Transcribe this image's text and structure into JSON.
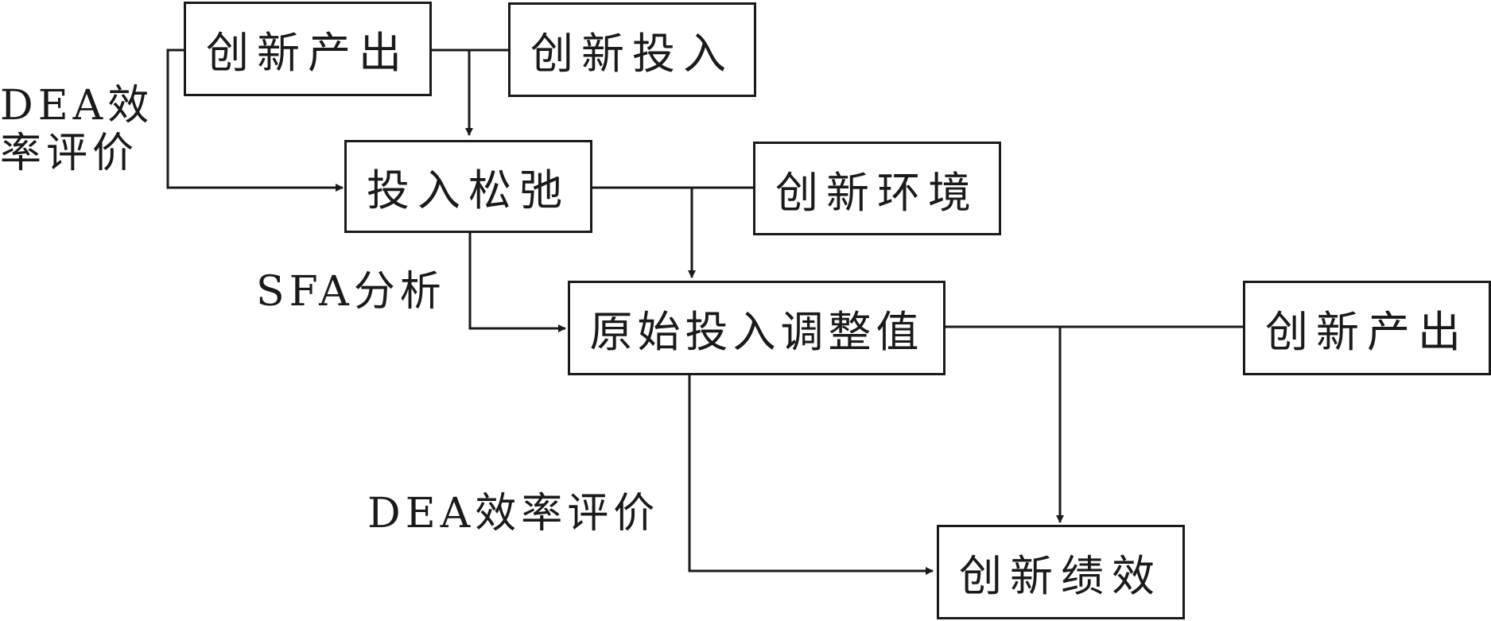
{
  "diagram": {
    "nodes": {
      "output_top": "创新产出",
      "input_top": "创新投入",
      "slack": "投入松弛",
      "environment": "创新环境",
      "adjusted": "原始投入调整值",
      "output_right": "创新产出",
      "performance": "创新绩效"
    },
    "edge_labels": {
      "dea_left_line1": "DEA效",
      "dea_left_line2": "率评价",
      "sfa": "SFA分析",
      "dea_bottom": "DEA效率评价"
    }
  }
}
